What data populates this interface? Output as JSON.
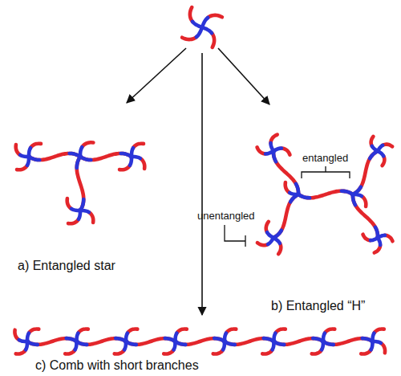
{
  "diagram": {
    "labels": [
      "entangled",
      "unentangled",
      "a) Entangled star",
      "b) Entangled “H”",
      "c) Comb with short branches"
    ]
  }
}
